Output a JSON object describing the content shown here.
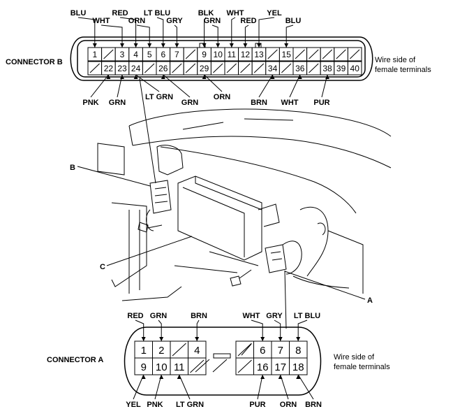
{
  "connector_b": {
    "name": "CONNECTOR B",
    "side_note_1": "Wire side of",
    "side_note_2": "female terminals",
    "top_pins": [
      "1",
      "",
      "3",
      "4",
      "5",
      "6",
      "7",
      "",
      "9",
      "10",
      "11",
      "12",
      "13",
      "",
      "15",
      "",
      "",
      "",
      "",
      ""
    ],
    "bottom_pins": [
      "",
      "22",
      "23",
      "24",
      "",
      "26",
      "",
      "",
      "29",
      "",
      "",
      "",
      "",
      "34",
      "",
      "36",
      "",
      "38",
      "39",
      "40"
    ],
    "top_wires": [
      {
        "label": "BLU"
      },
      {
        "label": "WHT"
      },
      {
        "label": "RED"
      },
      {
        "label": "ORN"
      },
      {
        "label": "LT BLU"
      },
      {
        "label": "GRY"
      },
      {
        "label": "BLK"
      },
      {
        "label": "GRN"
      },
      {
        "label": "WHT"
      },
      {
        "label": "RED"
      },
      {
        "label": "YEL"
      },
      {
        "label": "BLU"
      }
    ],
    "bottom_wires": [
      {
        "label": "PNK"
      },
      {
        "label": "GRN"
      },
      {
        "label": "LT GRN"
      },
      {
        "label": "GRN"
      },
      {
        "label": "ORN"
      },
      {
        "label": "BRN"
      },
      {
        "label": "WHT"
      },
      {
        "label": "PUR"
      }
    ]
  },
  "connector_a": {
    "name": "CONNECTOR A",
    "side_note_1": "Wire side of",
    "side_note_2": "female terminals",
    "top_pins": [
      "1",
      "2",
      "",
      "4",
      "",
      "6",
      "7",
      "8"
    ],
    "bottom_pins": [
      "9",
      "10",
      "11",
      "",
      "",
      "16",
      "17",
      "18"
    ],
    "top_wires": [
      {
        "label": "RED"
      },
      {
        "label": "GRN"
      },
      {
        "label": "BRN"
      },
      {
        "label": "WHT"
      },
      {
        "label": "GRY"
      },
      {
        "label": "LT BLU"
      }
    ],
    "bottom_wires": [
      {
        "label": "YEL"
      },
      {
        "label": "PNK"
      },
      {
        "label": "LT GRN"
      },
      {
        "label": "PUR"
      },
      {
        "label": "ORN"
      },
      {
        "label": "BRN"
      }
    ]
  },
  "callouts": {
    "a": "A",
    "b": "B",
    "c": "C"
  }
}
